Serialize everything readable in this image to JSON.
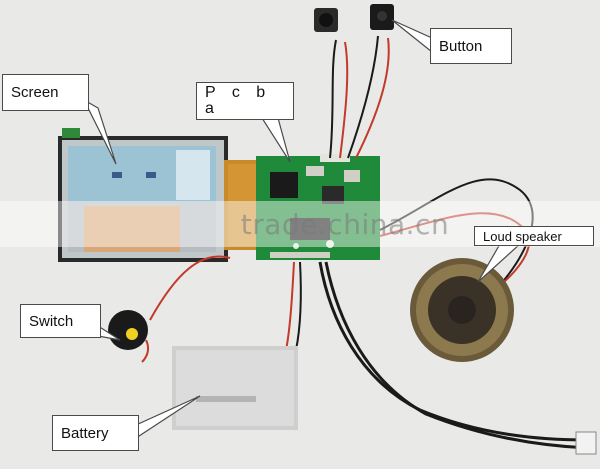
{
  "labels": {
    "screen": "Screen",
    "pcba": "P c b a",
    "button": "Button",
    "speaker": "Loud speaker",
    "switch": "Switch",
    "battery": "Battery"
  },
  "watermark": "trade.china.cn",
  "colors": {
    "pcb_green": "#1f8a3a",
    "lcd_blue": "#9cc3d4",
    "lcd_orange": "#d9a878",
    "flex_cable": "#c98a2a",
    "wire_red": "#c23a2a",
    "wire_black": "#1a1a1a",
    "switch_yellow": "#f0d020"
  }
}
